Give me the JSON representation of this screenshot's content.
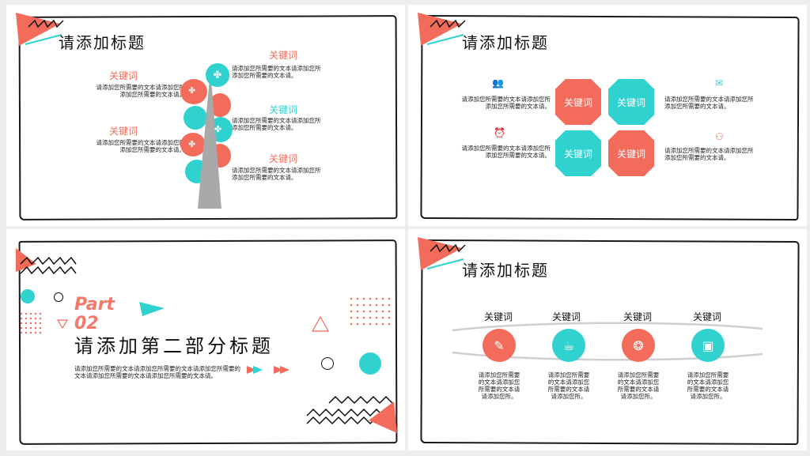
{
  "colors": {
    "coral": "#f26b5b",
    "teal": "#2fd2cf",
    "gray": "#a9a9a9",
    "ink": "#1a1a1a"
  },
  "slide1": {
    "title": "请添加标题",
    "left_items": [
      {
        "keyword": "关键词",
        "text1": "请添加您所需要的文本请添加您所",
        "text2": "添加您所需要的文本请。"
      },
      {
        "keyword": "关键词",
        "text1": "请添加您所需要的文本请添加您所",
        "text2": "添加您所需要的文本请。"
      }
    ],
    "right_items": [
      {
        "keyword": "关键词",
        "text1": "请添加您所需要的文本请添加您所",
        "text2": "添加您所需要的文本请。"
      },
      {
        "keyword": "关键词",
        "text1": "请添加您所需要的文本请添加您所",
        "text2": "添加您所需要的文本请。"
      },
      {
        "keyword": "关键词",
        "text1": "请添加您所需要的文本请添加您所",
        "text2": "添加您所需要的文本请。"
      }
    ],
    "icon": "recycle-icon"
  },
  "slide2": {
    "title": "请添加标题",
    "boxes": [
      "关键词",
      "关键词",
      "关键词",
      "关键词"
    ],
    "texts": [
      {
        "text1": "请添加您所需要的文本请添加您所",
        "text2": "添加您所需要的文本请。",
        "icon": "people-icon"
      },
      {
        "text1": "请添加您所需要的文本请添加您所",
        "text2": "添加您所需要的文本请。",
        "icon": "alarm-clock-icon"
      },
      {
        "text1": "请添加您所需要的文本请添加您所",
        "text2": "添加您所需要的文本请。",
        "icon": "envelope-icon"
      },
      {
        "text1": "请添加您所需要的文本请添加您所",
        "text2": "添加您所需要的文本请。",
        "icon": "network-icon"
      }
    ]
  },
  "slide3": {
    "part_word": "Part",
    "part_num": "02",
    "title": "请添加第二部分标题",
    "text1": "请添加您所需要的文本请添加您所需要的文本请添加您所需要的",
    "text2": "文本请添加您所需要的文本请添加您所需要的文本请。"
  },
  "slide4": {
    "title": "请添加标题",
    "steps": [
      {
        "keyword": "关键词",
        "icon": "document-edit-icon",
        "l1": "请添加您所需要",
        "l2": "的文本请添加您",
        "l3": "所需要的文本请",
        "l4": "请添加您所。"
      },
      {
        "keyword": "关键词",
        "icon": "cup-icon",
        "l1": "请添加您所需要",
        "l2": "的文本请添加您",
        "l3": "所需要的文本请",
        "l4": "请添加您所。"
      },
      {
        "keyword": "关键词",
        "icon": "ear-icon",
        "l1": "请添加您所需要",
        "l2": "的文本请添加您",
        "l3": "所需要的文本请",
        "l4": "请添加您所。"
      },
      {
        "keyword": "关键词",
        "icon": "briefcase-icon",
        "l1": "请添加您所需要",
        "l2": "的文本请添加您",
        "l3": "所需要的文本请",
        "l4": "请添加您所。"
      }
    ]
  }
}
